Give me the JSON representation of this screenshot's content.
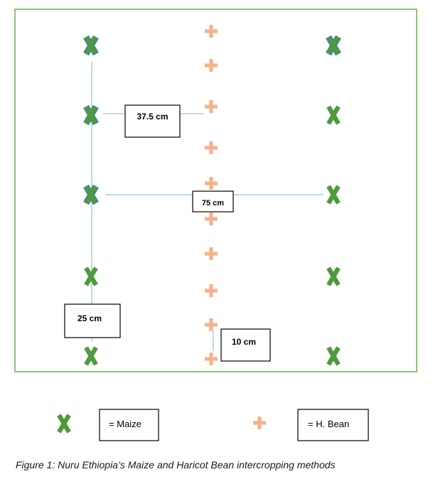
{
  "diagram": {
    "labels": {
      "row_spacing": "37.5 cm",
      "column_spacing": "75 cm",
      "maize_plant_spacing": "25 cm",
      "bean_plant_spacing": "10 cm"
    },
    "icons": {
      "maize": "x-cross-icon",
      "bean": "plus-icon"
    }
  },
  "legend": {
    "maize_label": "= Maize",
    "bean_label": "= H. Bean"
  },
  "caption": "Figure 1: Nuru Ethiopia’s Maize and Haricot Bean intercropping methods",
  "colors": {
    "field_border": "#8cc56b",
    "maize": "#4e9a3c",
    "maize_outline": "#4a7fb0",
    "bean": "#f6b18c",
    "measure_line": "#7fb2d6",
    "box_border": "#000000"
  }
}
